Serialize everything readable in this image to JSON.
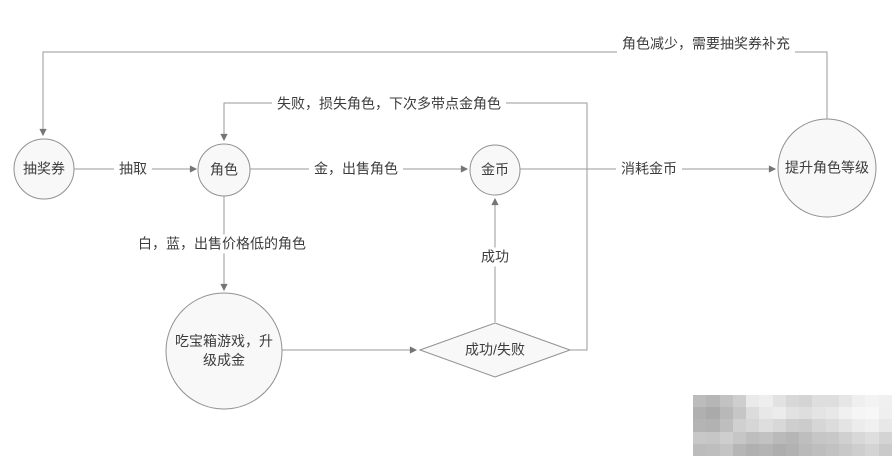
{
  "diagram": {
    "nodes": {
      "lottery_ticket": {
        "label": "抽奖券"
      },
      "character": {
        "label": "角色"
      },
      "gold_coin": {
        "label": "金币"
      },
      "upgrade_level": {
        "label": "提升角色等级"
      },
      "treasure_box": {
        "lines": [
          "吃宝箱游戏，升",
          "级成金"
        ]
      },
      "success_fail": {
        "label": "成功/失败"
      }
    },
    "edges": {
      "draw": {
        "label": "抽取"
      },
      "sell_gold": {
        "label": "金，出售角色"
      },
      "consume": {
        "label": "消耗金币"
      },
      "replenish": {
        "label": "角色减少，需要抽奖券补充"
      },
      "fail_loop": {
        "label": "失败，损失角色，下次多带点金角色"
      },
      "sell_low": {
        "label": "白，蓝，出售价格低的角色"
      },
      "success": {
        "label": "成功"
      }
    },
    "colors": {
      "line": "#9a9a9a",
      "arrowhead": "#757575",
      "node_border": "#919191",
      "node_fill": "#f8f8f8",
      "text": "#3c3c3c",
      "background": "#ffffff"
    }
  },
  "watermark": {
    "cols": 15,
    "rows": 5,
    "cells": [
      "#bcbcbc",
      "#b6b6b6",
      "#c2c2c2",
      "#cecece",
      "#eaeaea",
      "#eeeeee",
      "#e2e2e2",
      "#d8d8d8",
      "#d4d4d4",
      "#dedede",
      "#dedede",
      "#e6e6e6",
      "#efefef",
      "#f3f3f3",
      "#f0f0f0",
      "#b0b0b0",
      "#aaaaaa",
      "#b8b8b8",
      "#c6c6c6",
      "#dcdcdc",
      "#e8e8e8",
      "#ececec",
      "#e2e2e2",
      "#dedede",
      "#e4e4e4",
      "#e8e8e8",
      "#f0f0f0",
      "#f5f5f5",
      "#f7f7f7",
      "#efefef",
      "#b4b4b4",
      "#b2b2b2",
      "#bebebe",
      "#d0d0d0",
      "#d6d6d6",
      "#dedede",
      "#d8d8d8",
      "#cecece",
      "#cccccc",
      "#d6d6d6",
      "#dcdcdc",
      "#e4e4e4",
      "#ececec",
      "#f0f0f0",
      "#e8e8e8",
      "#c8c8c8",
      "#c6c6c6",
      "#cecece",
      "#c6c6c6",
      "#bebebe",
      "#c2c2c2",
      "#bababa",
      "#b6b6b6",
      "#bebebe",
      "#c6c6c6",
      "#c8c8c8",
      "#d0d0d0",
      "#d8d8d8",
      "#dedede",
      "#d4d4d4",
      "#bcbcbc",
      "#bebebe",
      "#c4c4c4",
      "#b6b6b6",
      "#b0b0b0",
      "#b4b4b4",
      "#aeaeae",
      "#b2b2b2",
      "#bababa",
      "#bebebe",
      "#c2c2c2",
      "#c8c8c8",
      "#cecece",
      "#d4d4d4",
      "#cacaca"
    ]
  }
}
